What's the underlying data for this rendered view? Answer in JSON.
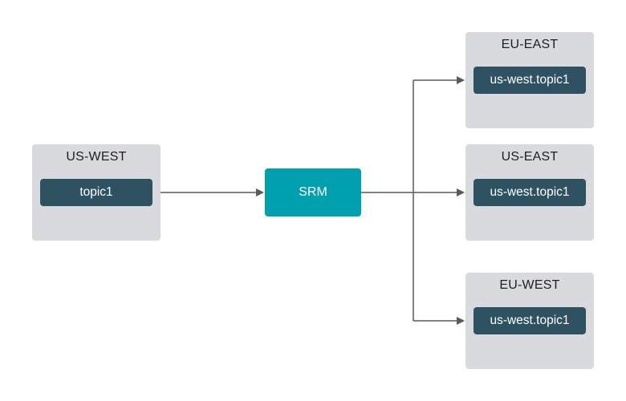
{
  "source": {
    "cluster": "US-WEST",
    "topic": "topic1"
  },
  "replicator": {
    "label": "SRM"
  },
  "targets": [
    {
      "cluster": "EU-EAST",
      "topic": "us-west.topic1"
    },
    {
      "cluster": "US-EAST",
      "topic": "us-west.topic1"
    },
    {
      "cluster": "EU-WEST",
      "topic": "us-west.topic1"
    }
  ],
  "colors": {
    "cluster_bg": "#d9dadd",
    "topic_bg": "#2f5263",
    "srm_bg": "#00a0ae",
    "connector": "#555b60"
  }
}
